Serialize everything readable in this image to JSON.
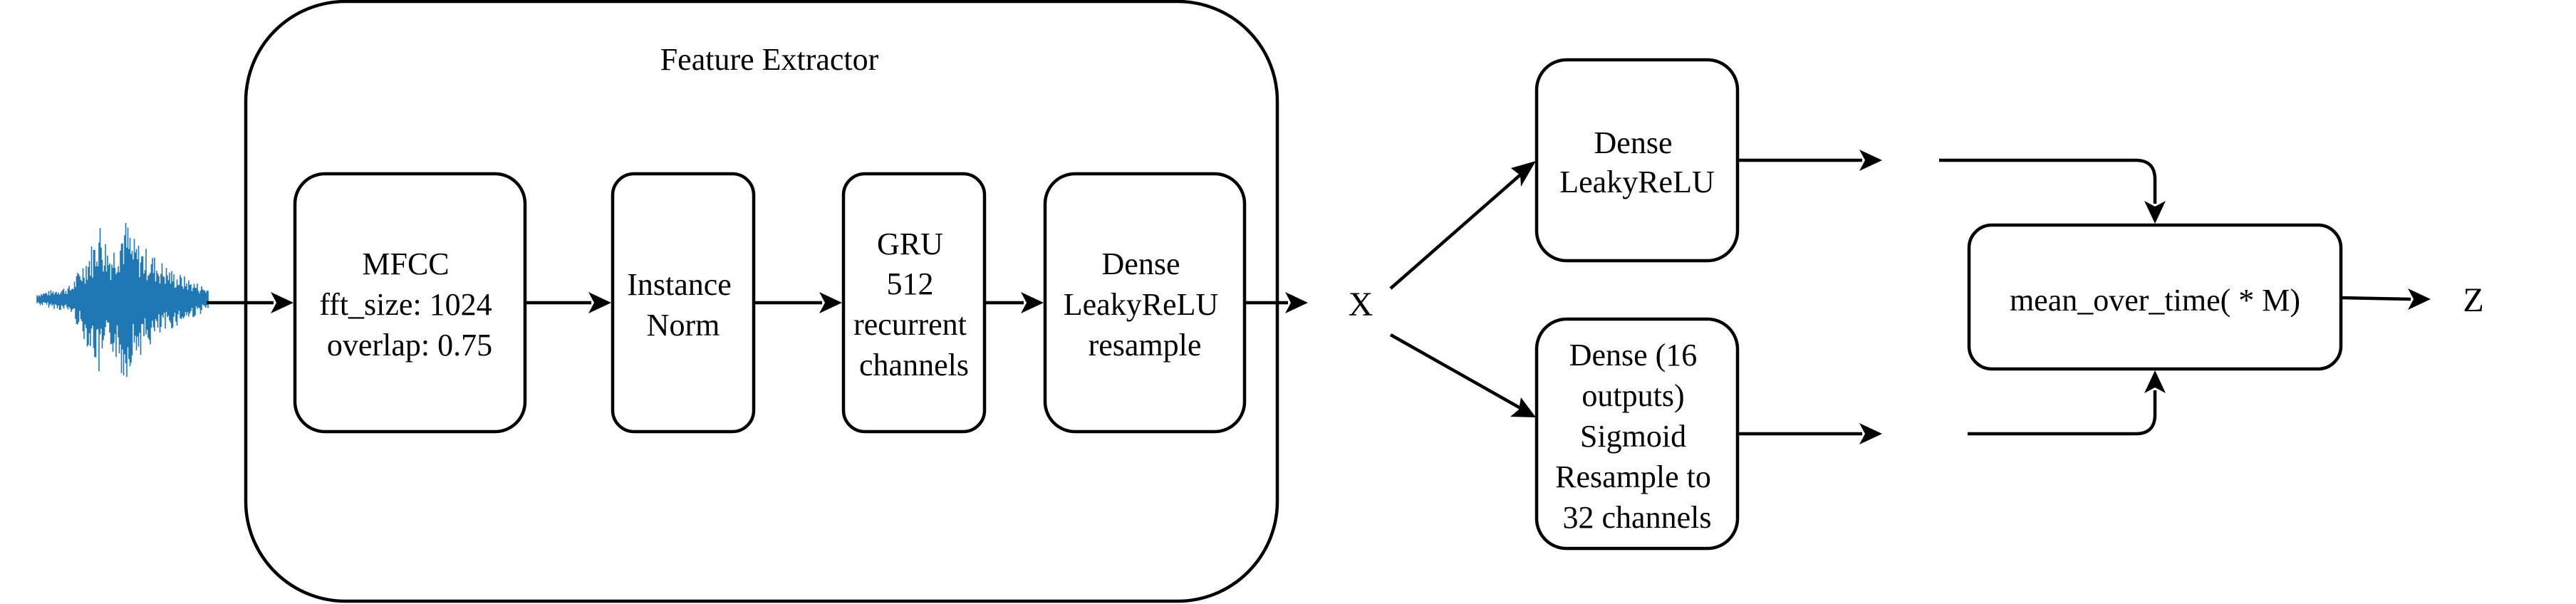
{
  "feature_extractor": {
    "title": "Feature Extractor",
    "mfcc": [
      "MFCC",
      "fft_size: 1024",
      "overlap: 0.75"
    ],
    "instance_norm": [
      "Instance",
      "Norm"
    ],
    "gru": [
      "GRU",
      "512",
      "recurrent",
      "channels"
    ],
    "dense": [
      "Dense",
      "LeakyReLU",
      "resample"
    ]
  },
  "x_label": "X",
  "dense_top": [
    "Dense",
    "LeakyReLU"
  ],
  "dense_bottom": [
    "Dense (16",
    "outputs)",
    "Sigmoid",
    "Resample to",
    "32 channels"
  ],
  "mean_box": "mean_over_time(   * M)",
  "z_label": "Z",
  "colors": {
    "waveform": "#1f77b4",
    "stroke": "#000000",
    "background": "#ffffff"
  }
}
